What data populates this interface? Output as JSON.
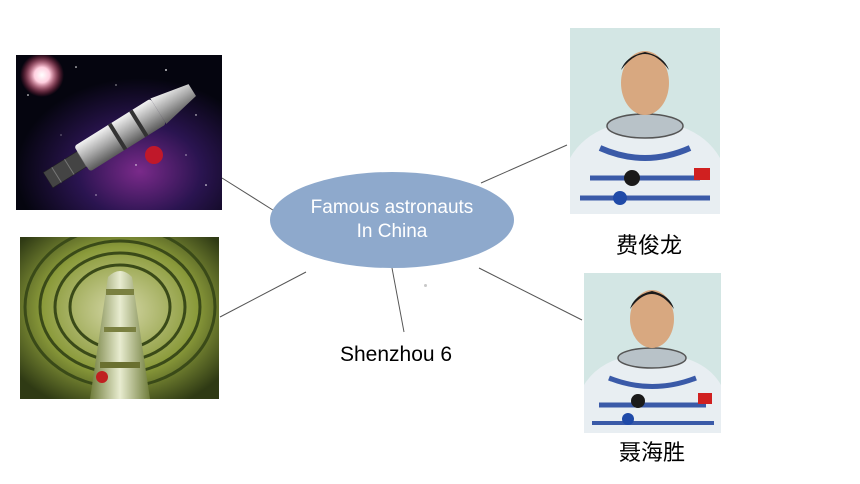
{
  "center": {
    "line1": "Famous astronauts",
    "line2": "In China",
    "color": "#8ea9cc"
  },
  "captions": {
    "spacecraft": "Shenzhou 6",
    "astronaut_1": "费俊龙",
    "astronaut_2": "聂海胜"
  },
  "images": {
    "spacecraft_in_space": "spacecraft-in-orbit-image",
    "rocket_in_tower": "rocket-launch-tower-image",
    "astronaut_1_portrait": "astronaut-portrait-image",
    "astronaut_2_portrait": "astronaut-portrait-image"
  }
}
